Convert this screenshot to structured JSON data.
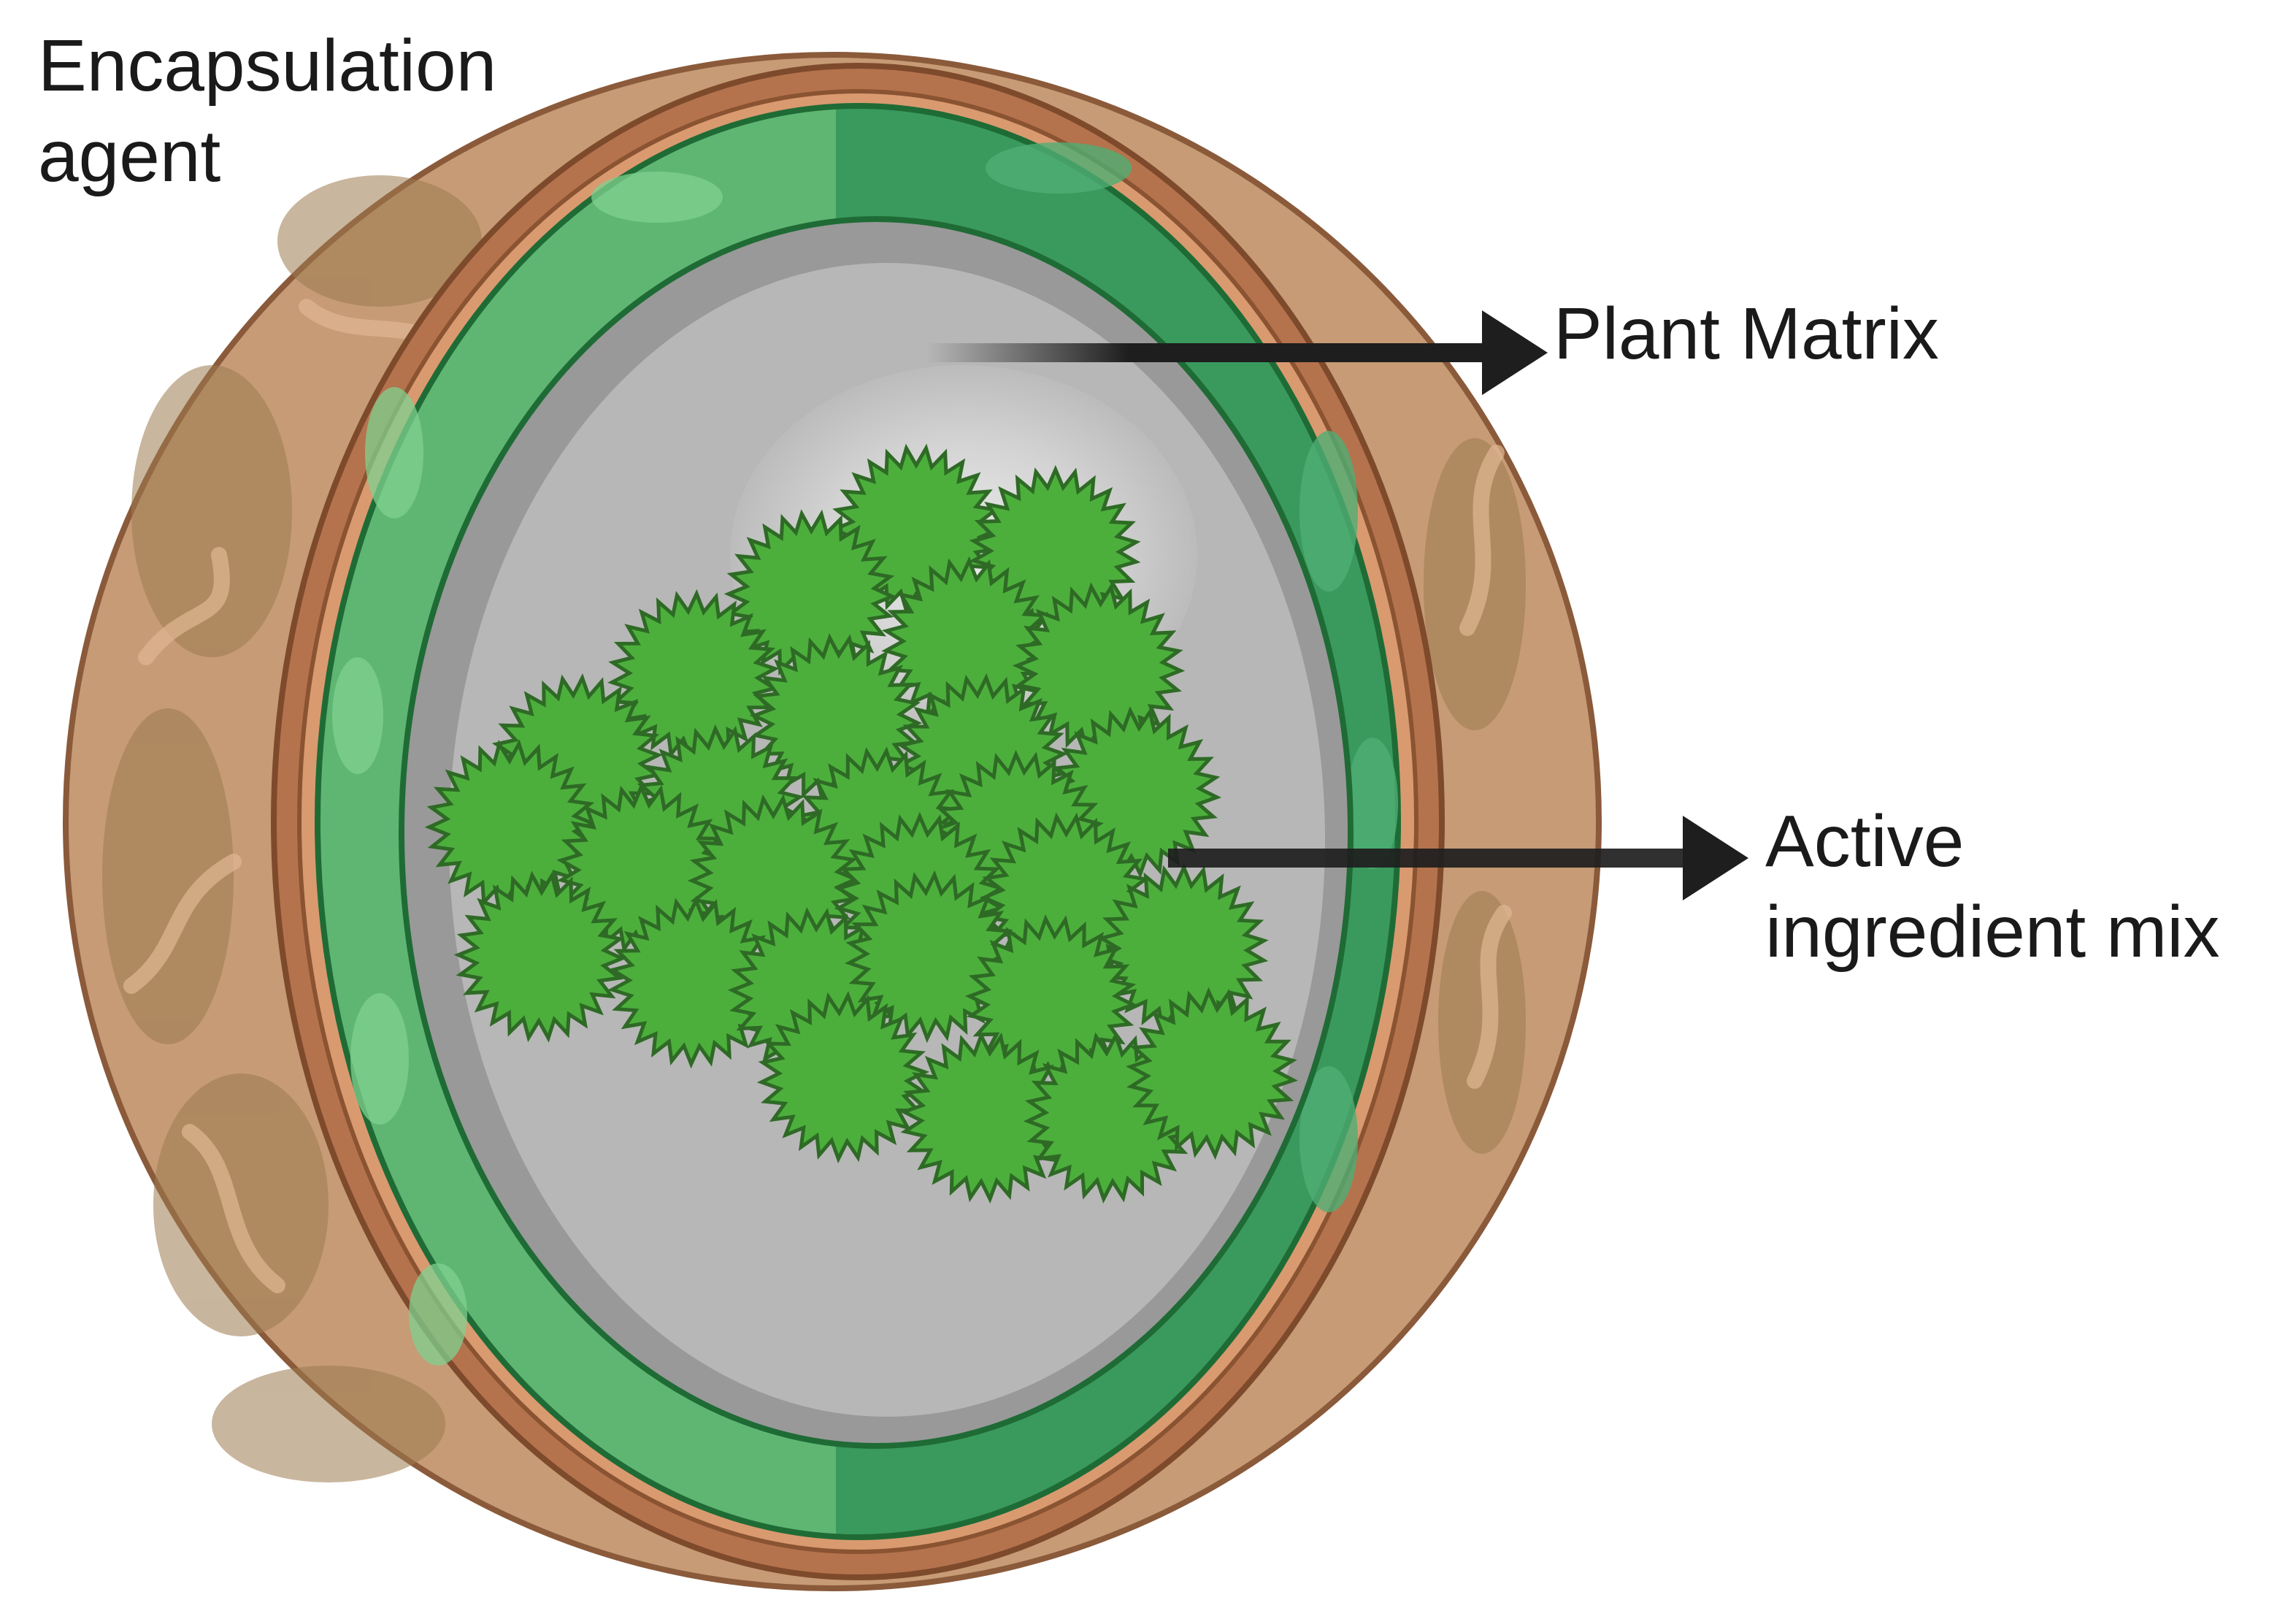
{
  "labels": {
    "encapsulation_agent_line1": "Encapsulation",
    "encapsulation_agent_line2": "agent",
    "plant_matrix": "Plant Matrix",
    "active_ingredient_line1": "Active",
    "active_ingredient_line2": "ingredient mix"
  },
  "colors": {
    "shell_outer": "#c69b75",
    "shell_dark": "#9a6b45",
    "shell_rim": "#a8623f",
    "green_light": "#5fb673",
    "green_dark": "#3a9a5e",
    "green_outline": "#1f6b35",
    "matrix_gray": "#b7b7b7",
    "matrix_dark": "#8c8c8c",
    "spiky_fill": "#4caf3c",
    "spiky_stroke": "#2e6a25",
    "arrow": "#1e1e1e"
  },
  "icons": [
    "spiky-particle-icon",
    "arrow-right-icon"
  ]
}
